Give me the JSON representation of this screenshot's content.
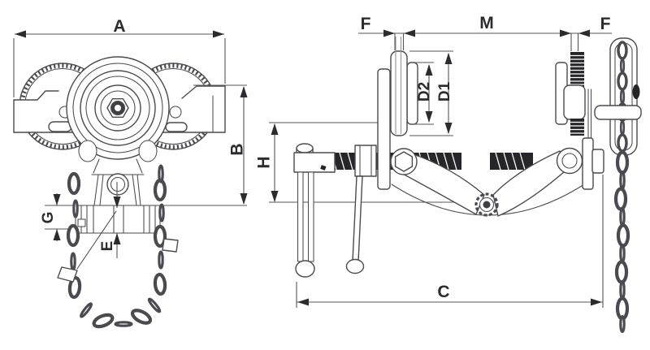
{
  "drawing": {
    "type": "technical-line-drawing",
    "subject": "geared-beam-trolley-two-views",
    "colors": {
      "background": "#ffffff",
      "line": "#4a4a51",
      "dark_fill": "#26262a",
      "dimension_line": "#55555c",
      "label": "#2b2b30",
      "light_gray": "#9a9aa2"
    }
  },
  "front_view": {
    "name": "front-view",
    "dimension_labels": {
      "A": "A",
      "B": "B",
      "G": "G",
      "E": "E"
    }
  },
  "side_view": {
    "name": "side-view",
    "dimension_labels": {
      "F_left": "F",
      "M": "M",
      "F_right": "F",
      "D2": "D2",
      "D1": "D1",
      "H": "H",
      "C": "C"
    }
  }
}
